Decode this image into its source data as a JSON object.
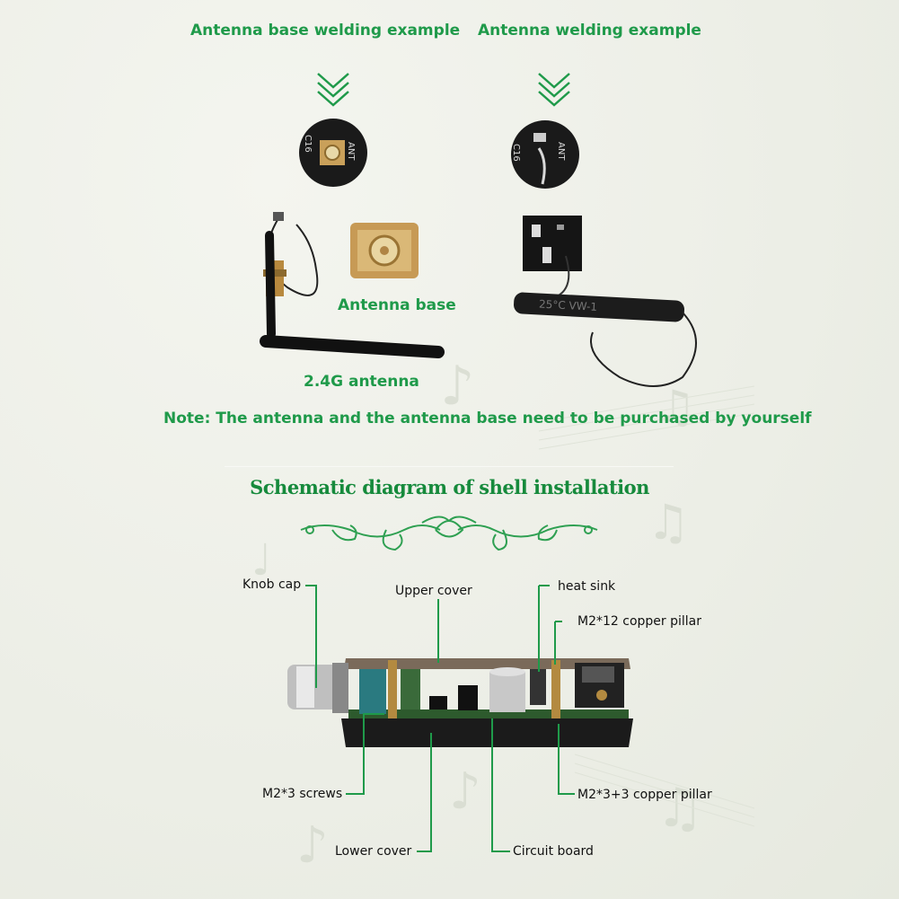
{
  "top": {
    "left_title": "Antenna base welding example",
    "right_title": "Antenna welding example",
    "antenna_base_label": "Antenna base",
    "antenna_label": "2.4G antenna",
    "note": "Note: The antenna and the antenna base need to be purchased by yourself",
    "pcb_left_text": [
      "ANT",
      "C16"
    ],
    "pcb_right_text": [
      "ANT",
      "C16"
    ],
    "cable_text": "25°C VW-1"
  },
  "schematic": {
    "title": "Schematic diagram of shell installation",
    "labels": {
      "knob_cap": "Knob cap",
      "upper_cover": "Upper cover",
      "heat_sink": "heat sink",
      "m2_12_pillar": "M2*12 copper pillar",
      "m2_3_screws": "M2*3 screws",
      "m2_33_pillar": "M2*3+3 copper pillar",
      "lower_cover": "Lower cover",
      "circuit_board": "Circuit board"
    },
    "leader_color": "#1f9a4a"
  }
}
